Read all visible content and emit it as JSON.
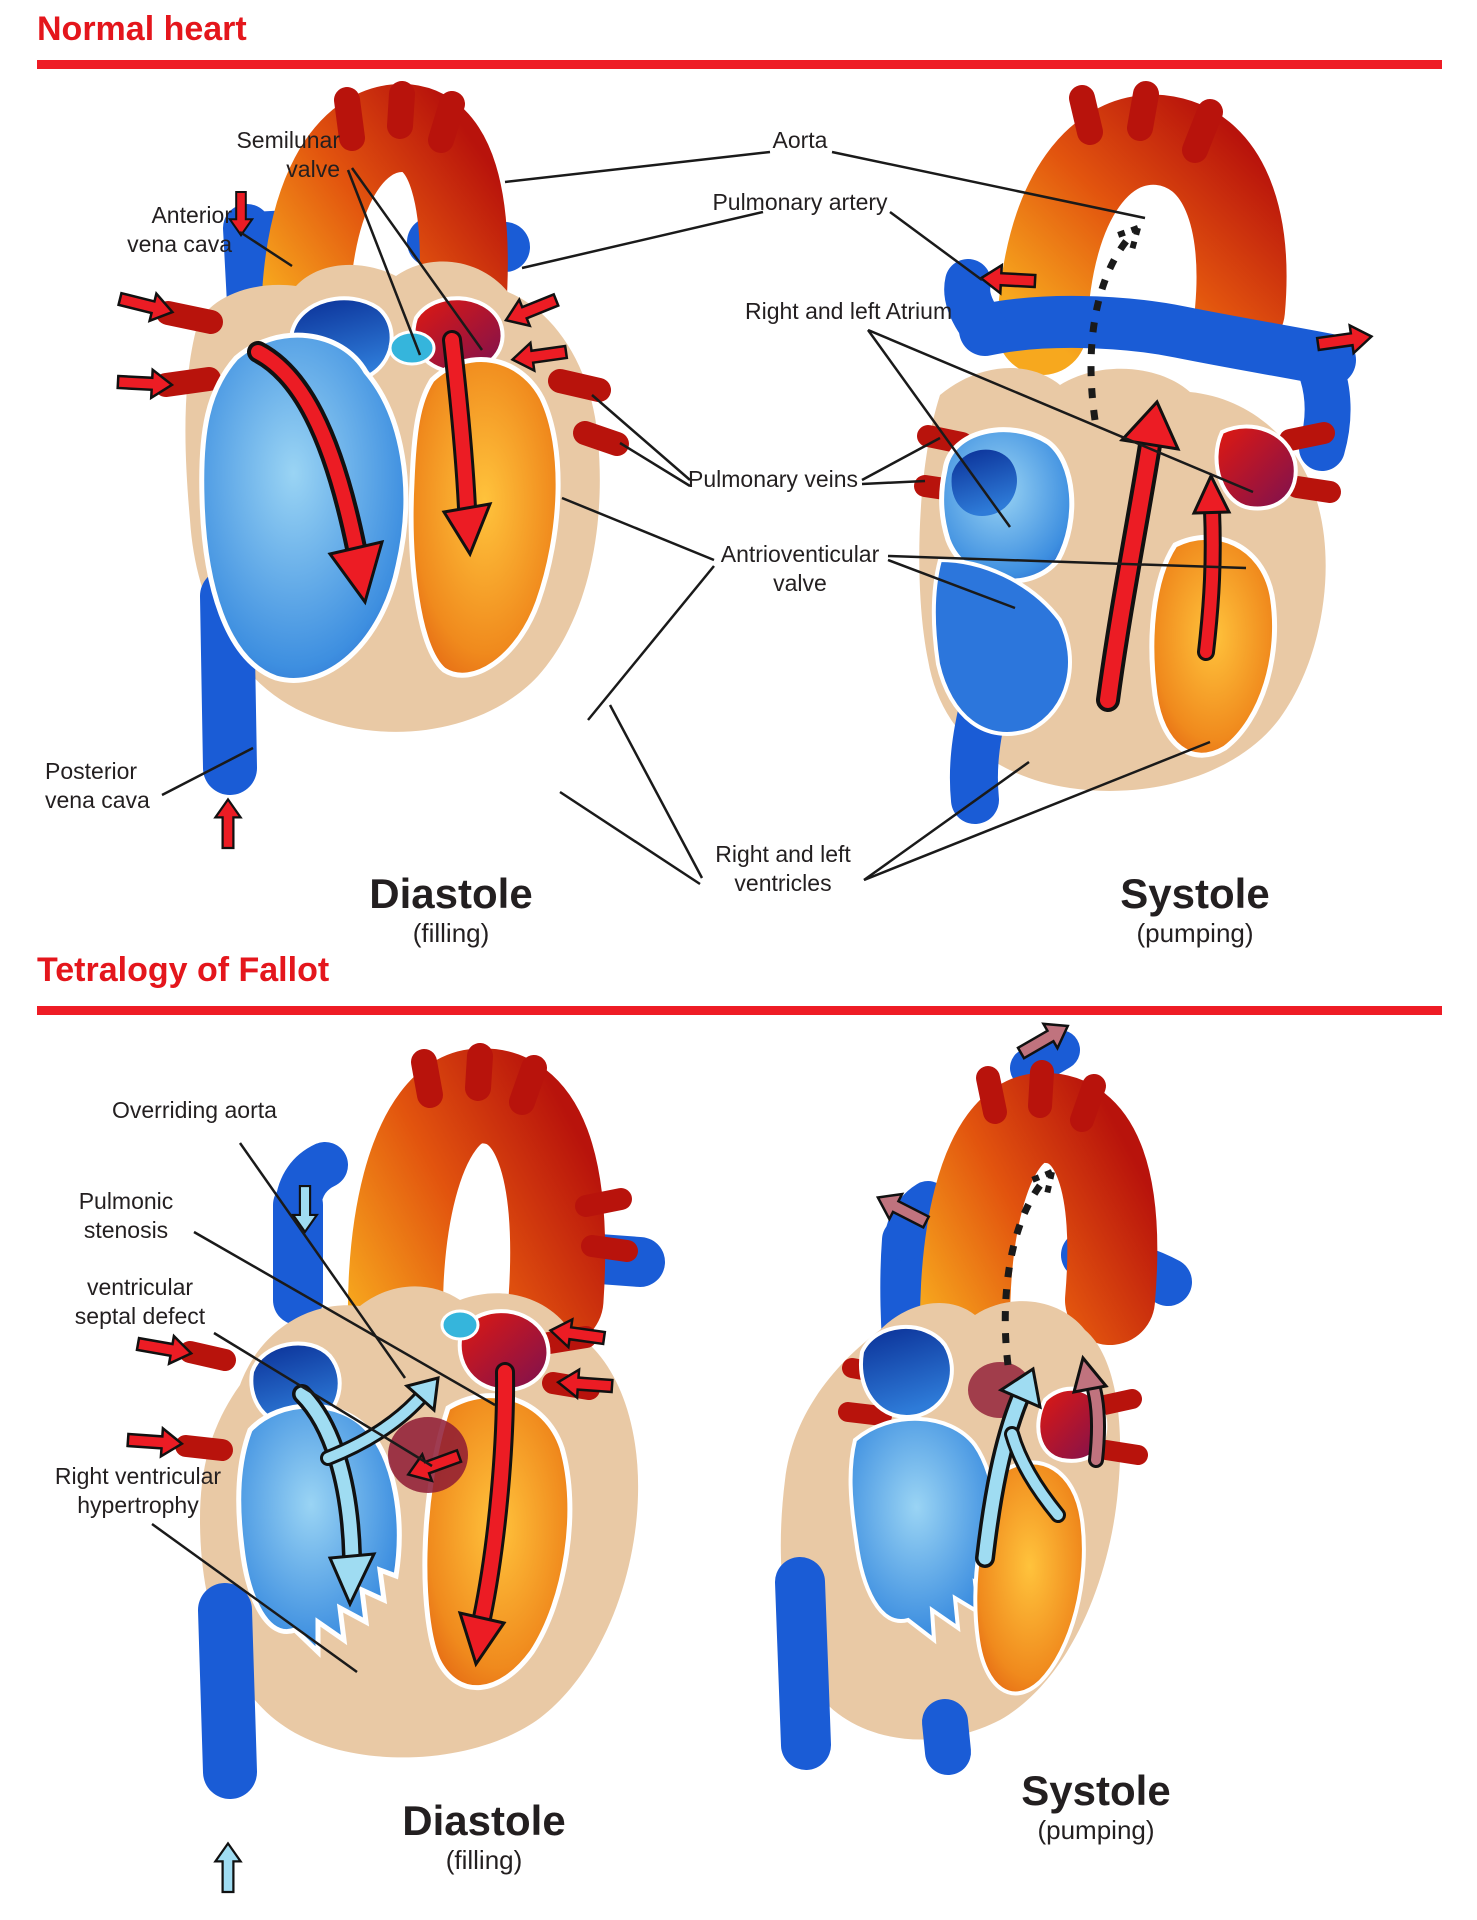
{
  "titles": {
    "normal": "Normal heart",
    "fallot": "Tetralogy of Fallot"
  },
  "colors": {
    "heading_red": "#E4161C",
    "rule_red": "#EE1C25",
    "label_ink": "#231F20",
    "arrow_red": "#EC1C24",
    "vessel_blue": "#1A5CD6",
    "aorta_orange": "#F7A81E",
    "aorta_dark_red": "#B8130C",
    "muscle_beige": "#E9C9A5",
    "cyan_arrow": "#9FDCF2",
    "muted_arrow": "#C0737E"
  },
  "normal": {
    "labels": {
      "semilunar_valve": {
        "line1": "Semilunar",
        "line2": "valve"
      },
      "anterior_vena_cava": {
        "line1": "Anterior",
        "line2": "vena cava"
      },
      "aorta": "Aorta",
      "pulmonary_artery": "Pulmonary artery",
      "right_left_atrium": "Right and left Atrium",
      "pulmonary_veins": "Pulmonary veins",
      "av_valve": {
        "line1": "Antrioventicular",
        "line2": "valve"
      },
      "posterior_vena_cava": {
        "line1": "Posterior",
        "line2": "vena cava"
      },
      "right_left_ventricles": {
        "line1": "Right and left",
        "line2": "ventricles"
      }
    },
    "diastole": {
      "caption": "Diastole",
      "sub": "(filling)"
    },
    "systole": {
      "caption": "Systole",
      "sub": "(pumping)"
    }
  },
  "fallot": {
    "labels": {
      "overriding_aorta": "Overriding aorta",
      "pulmonic_stenosis": {
        "line1": "Pulmonic",
        "line2": "stenosis"
      },
      "ventricular_septal_defect": {
        "line1": "ventricular",
        "line2": "septal defect"
      },
      "right_ventricular_hypertrophy": {
        "line1": "Right ventricular",
        "line2": "hypertrophy"
      }
    },
    "diastole": {
      "caption": "Diastole",
      "sub": "(filling)"
    },
    "systole": {
      "caption": "Systole",
      "sub": "(pumping)"
    }
  }
}
